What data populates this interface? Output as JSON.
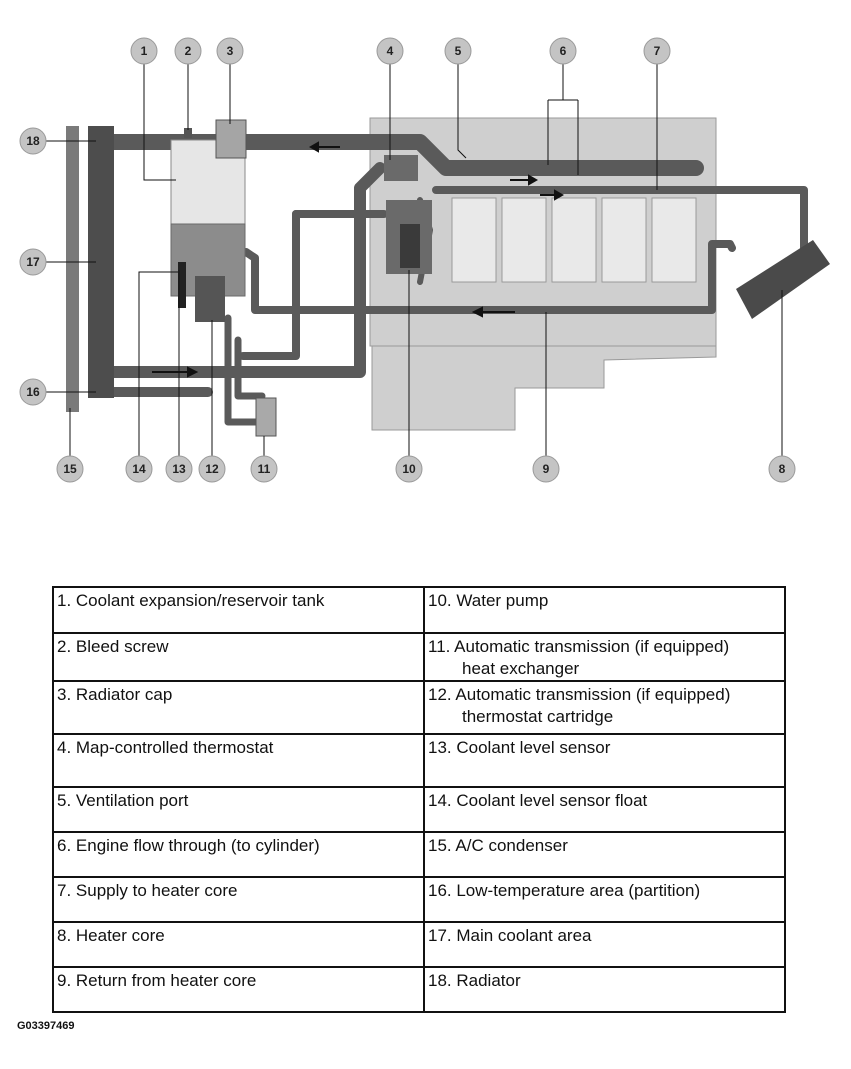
{
  "callouts": [
    "1",
    "2",
    "3",
    "4",
    "5",
    "6",
    "7",
    "8",
    "9",
    "10",
    "11",
    "12",
    "13",
    "14",
    "15",
    "16",
    "17",
    "18"
  ],
  "legend": {
    "left": [
      {
        "text": "1. Coolant expansion/reservoir tank"
      },
      {
        "text": "2. Bleed screw"
      },
      {
        "text": "3. Radiator cap"
      },
      {
        "text": "4. Map-controlled thermostat"
      },
      {
        "text": "5. Ventilation port"
      },
      {
        "text": "6. Engine flow through (to cylinder)"
      },
      {
        "text": "7. Supply to heater core"
      },
      {
        "text": "8. Heater core"
      },
      {
        "text": "9. Return from heater core"
      }
    ],
    "right": [
      {
        "text": "10. Water pump",
        "cont": ""
      },
      {
        "text": "11. Automatic transmission (if equipped)",
        "cont": "heat exchanger"
      },
      {
        "text": "12. Automatic transmission (if equipped)",
        "cont": "thermostat cartridge"
      },
      {
        "text": "13. Coolant level sensor",
        "cont": ""
      },
      {
        "text": "14. Coolant level sensor float",
        "cont": ""
      },
      {
        "text": "15. A/C condenser",
        "cont": ""
      },
      {
        "text": "16. Low-temperature area (partition)",
        "cont": ""
      },
      {
        "text": "17. Main coolant area",
        "cont": ""
      },
      {
        "text": "18. Radiator",
        "cont": ""
      }
    ]
  },
  "figure_code": "G03397469",
  "colors": {
    "hose": "#5a5a5a",
    "engine_block": "#cfcfcf",
    "coolant": "#8c8c8c",
    "tank_empty": "#e6e6e6",
    "callout_fill": "#c4c4c4"
  }
}
